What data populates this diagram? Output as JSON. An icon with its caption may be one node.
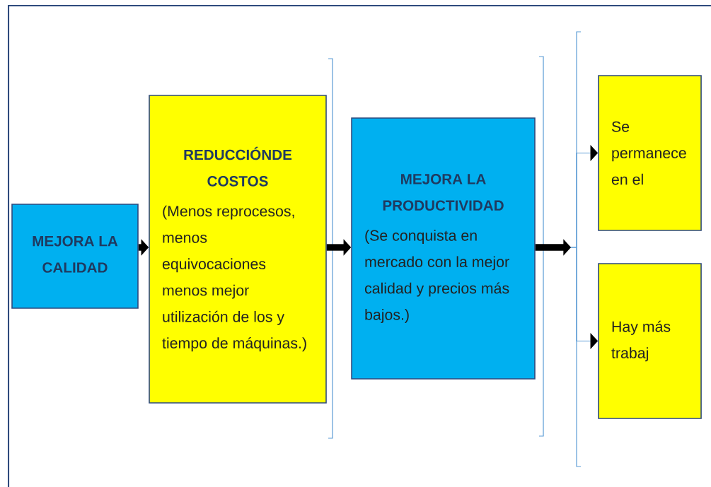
{
  "diagram": {
    "nodes": [
      {
        "text": [
          "MEJORA LA CALIDAD"
        ]
      },
      {
        "text": [
          "REDUCCIÓNDE COSTOS",
          "(Menos reprocesos, menos equivocaciones",
          "menos mejor utilización de los y tiempo de máquinas.)"
        ]
      },
      {
        "text": [
          "MEJORA LA PRODUCTIVIDAD",
          "(Se conquista en mercado con la mejor calidad y precios más bajos.)"
        ]
      },
      {
        "text": [
          "Se permanece en el"
        ]
      },
      {
        "text": [
          "Hay más trabaj"
        ]
      }
    ],
    "edges": [
      {
        "from": 0,
        "to": 1,
        "arrow": "to",
        "style": "thick"
      },
      {
        "from": 1,
        "to": 2,
        "arrow": "to",
        "style": "thick"
      },
      {
        "from": 2,
        "to": 3,
        "arrow": "to",
        "color": "#5b9bd5"
      },
      {
        "from": 2,
        "to": 4,
        "arrow": "to",
        "color": "#5b9bd5"
      }
    ]
  }
}
